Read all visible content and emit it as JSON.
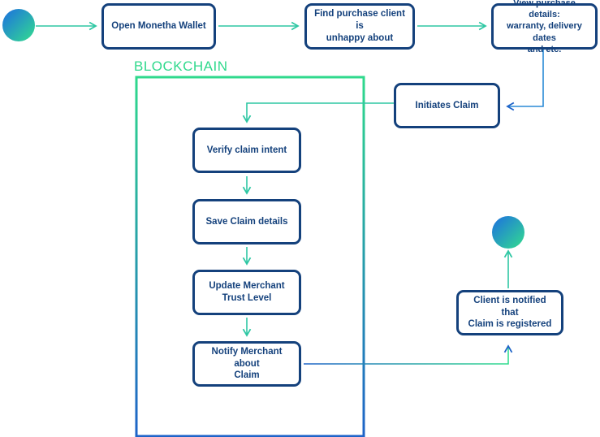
{
  "blockchain_label": "BLOCKCHAIN",
  "nodes": {
    "open_wallet": "Open Monetha Wallet",
    "find_purchase": "Find purchase client is\nunhappy about",
    "view_details": "View purchase details:\nwarranty, delivery dates\nand etc.",
    "initiates_claim": "Initiates Claim",
    "verify_intent": "Verify claim intent",
    "save_details": "Save Claim details",
    "update_trust": "Update Merchant\nTrust Level",
    "notify_merchant": "Notify Merchant about\nClaim",
    "client_notified": "Client is notified that\nClaim is registered"
  },
  "colors": {
    "box_border": "#14417c",
    "text": "#14417c",
    "arrow": "#2ec7a3",
    "blockchain_green": "#2fd98c",
    "blockchain_blue": "#1e63c8"
  }
}
